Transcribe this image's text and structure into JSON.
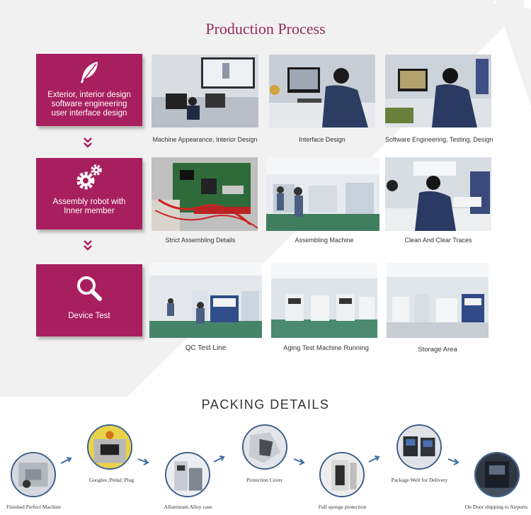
{
  "title": "Production Process",
  "steps": [
    {
      "label": "Exterior, interior design\nsoftware engineering\nuser interface design",
      "icon": "feather-icon"
    },
    {
      "label": "Assembly robot with\nInner member",
      "icon": "gears-icon"
    },
    {
      "label": "Device Test",
      "icon": "magnifier-icon"
    }
  ],
  "photos": {
    "row1": [
      "Machine Appearance, Interior Design",
      "Interface Design",
      "Software Engineering, Testing, Design"
    ],
    "row2": [
      "Strict Assembling Details",
      "Assembling Machine",
      "Clean And Clear Traces"
    ],
    "row3": [
      "QC Test Line",
      "Aging Test Machine Running",
      "Storage Area"
    ]
  },
  "packing": {
    "title": "PACKING DETAILS",
    "items": [
      "Finished Perfect Machine",
      "Googles ;Pedal; Plug",
      "Alluminum Alloy case",
      "Protection Cover",
      "Full sponge protection",
      "Package Well for Delivery",
      "On Door shipping to Airports"
    ]
  },
  "colors": {
    "accent": "#a81f5f",
    "title": "#9a2a5e",
    "ring": "#3c5f8a",
    "arrow": "#3b6ea0",
    "bg": "#f2f2f2"
  }
}
